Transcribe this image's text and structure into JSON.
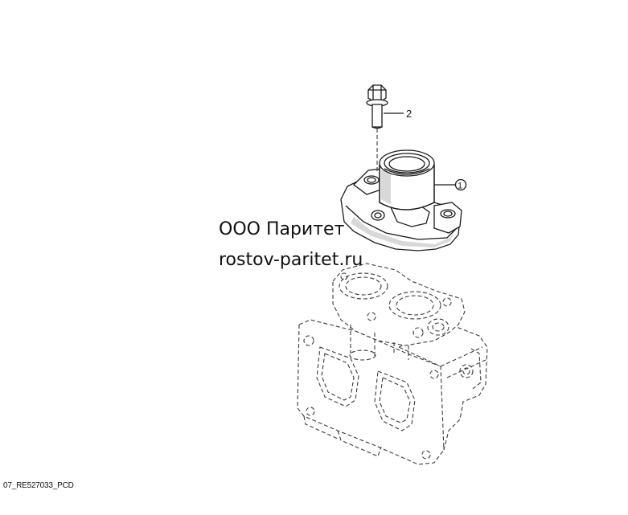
{
  "callouts": [
    {
      "id": "2",
      "part": "bolt"
    },
    {
      "id": "1",
      "part": "thermostat-housing"
    }
  ],
  "watermark": {
    "line1": "ООО Паритет",
    "line2": "rostov-paritet.ru"
  },
  "figure_code": "07_RE527033_PCD"
}
